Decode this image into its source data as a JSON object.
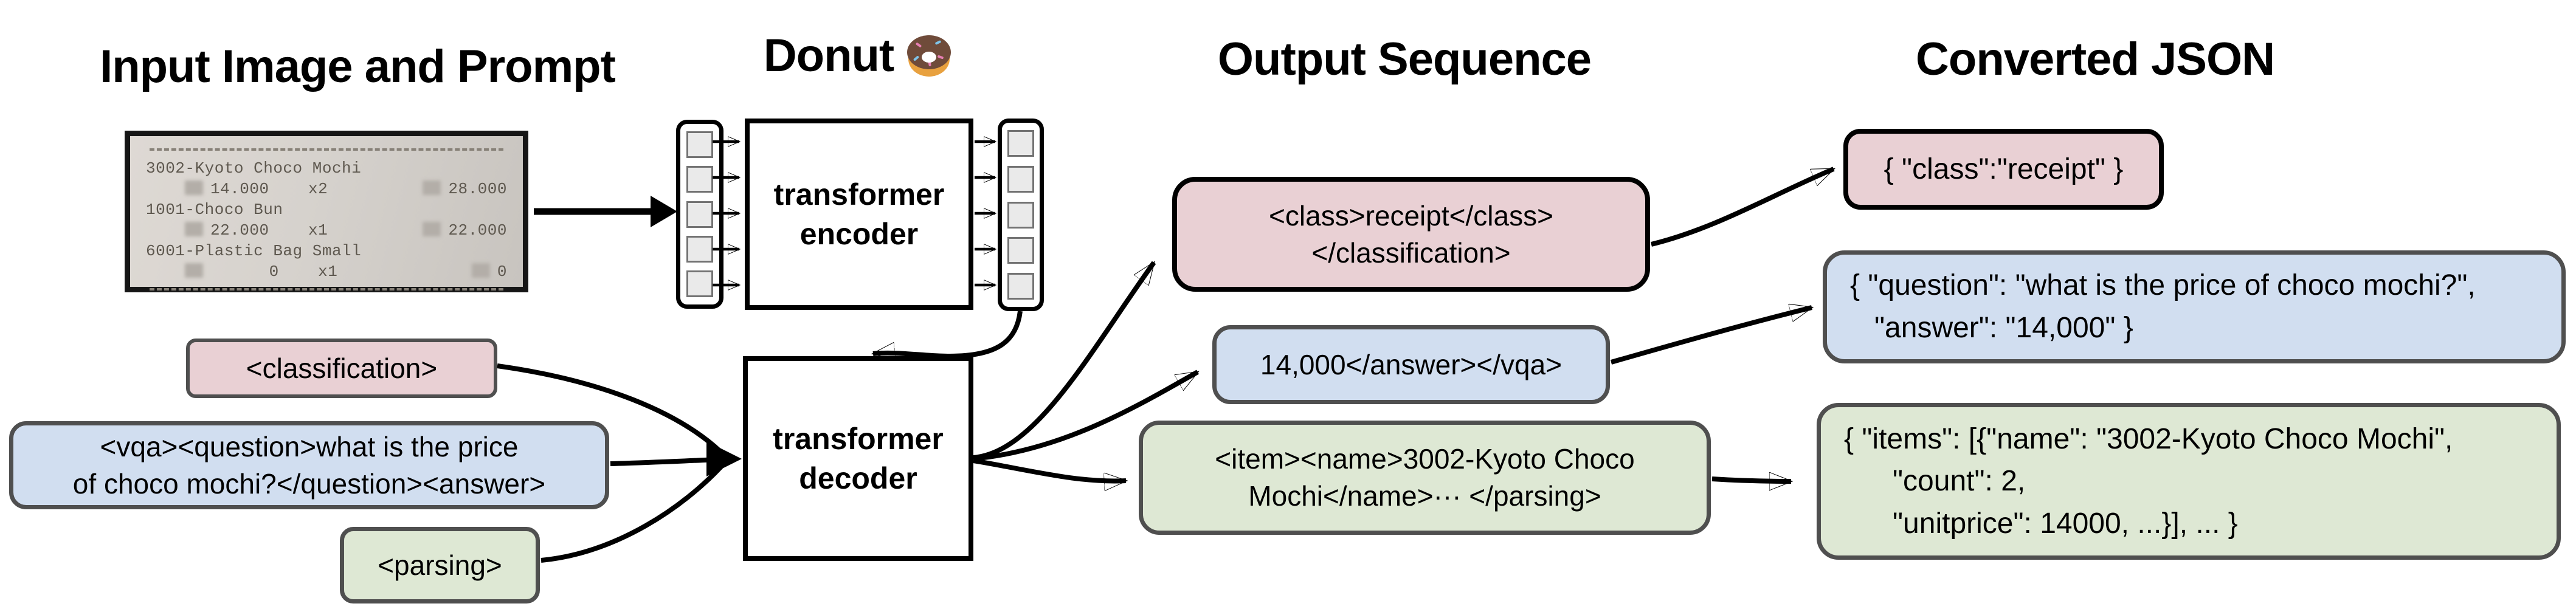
{
  "headings": {
    "input": "Input Image and Prompt",
    "model": "Donut",
    "output": "Output Sequence",
    "converted": "Converted JSON"
  },
  "icons": {
    "model_emoji": "donut-icon"
  },
  "model": {
    "encoder_label": "transformer\nencoder",
    "decoder_label": "transformer\ndecoder",
    "tokens_per_column": 5
  },
  "receipt": {
    "item1_name": "3002-Kyoto Choco Mochi",
    "item1_qty": "14.000    x2",
    "item1_total": "28.000",
    "item2_name": "1001-Choco Bun",
    "item2_qty": "22.000    x1",
    "item2_total": "22.000",
    "item3_name": "6001-Plastic Bag Small",
    "item3_qty": "      0    x1",
    "item3_total": "0"
  },
  "prompts": {
    "classification": "<classification>",
    "vqa": "<vqa><question>what is the price\nof choco mochi?</question><answer>",
    "parsing": "<parsing>"
  },
  "outputs": {
    "classification": "<class>receipt</class>\n</classification>",
    "vqa": "14,000</answer></vqa>",
    "parsing": "<item><name>3002-Kyoto Choco\nMochi</name>··· </parsing>"
  },
  "json_outputs": {
    "classification": "{ \"class\":\"receipt\" }",
    "vqa": "{ \"question\": \"what is the price of choco mochi?\",\n   \"answer\": \"14,000\" }",
    "parsing": "{ \"items\": [{\"name\": \"3002-Kyoto Choco Mochi\",\n      \"count\": 2,\n      \"unitprice\": 14000, ...}], ... }"
  },
  "colors": {
    "pink": "#e9d0d4",
    "blue": "#d1def0",
    "green": "#dee8d4",
    "box_border_gray": "#4f4f4f",
    "black": "#000000",
    "token_fill": "#eaeaea"
  }
}
